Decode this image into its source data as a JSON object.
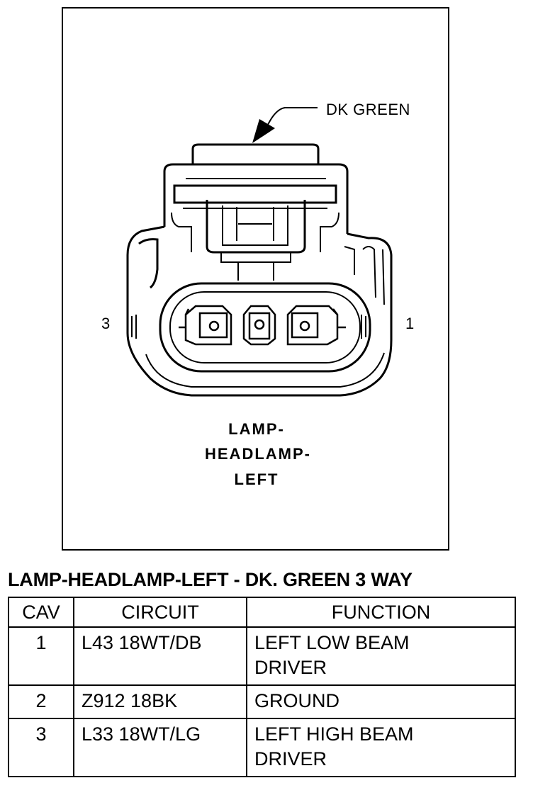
{
  "diagram": {
    "wire_color_label": "DK GREEN",
    "pin_label_left": "3",
    "pin_label_right": "1",
    "connector_name_lines": [
      "LAMP-",
      "HEADLAMP-",
      "LEFT"
    ]
  },
  "table": {
    "title": "LAMP-HEADLAMP-LEFT - DK. GREEN 3 WAY",
    "headers": {
      "cav": "CAV",
      "circuit": "CIRCUIT",
      "function": "FUNCTION"
    },
    "rows": [
      {
        "cav": "1",
        "circuit": "L43 18WT/DB",
        "function_lines": [
          "LEFT LOW BEAM",
          "DRIVER"
        ]
      },
      {
        "cav": "2",
        "circuit": "Z912 18BK",
        "function_lines": [
          "GROUND"
        ]
      },
      {
        "cav": "3",
        "circuit": "L33 18WT/LG",
        "function_lines": [
          "LEFT HIGH BEAM",
          "DRIVER"
        ]
      }
    ]
  }
}
